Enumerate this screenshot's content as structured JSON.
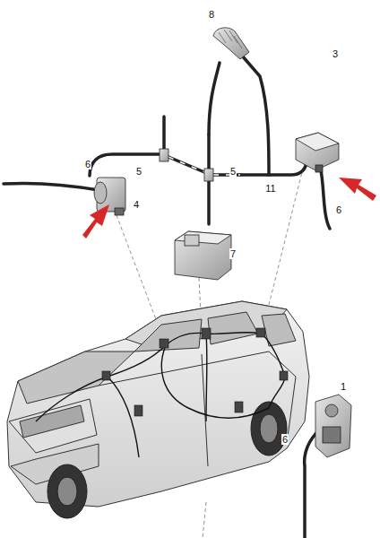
{
  "diagram": {
    "labels": [
      "8",
      "3",
      "6",
      "5",
      "5",
      "4",
      "11",
      "6",
      "7",
      "1",
      "6"
    ]
  }
}
